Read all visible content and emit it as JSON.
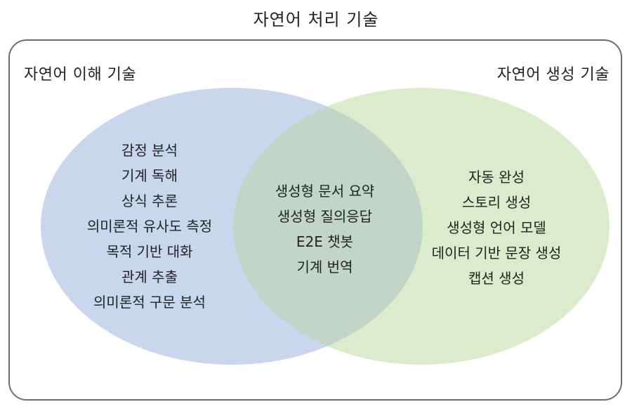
{
  "title": "자연어 처리 기술",
  "sets": {
    "left": {
      "label": "자연어 이해 기술",
      "color": "#c9d7ee",
      "items": [
        "감정 분석",
        "기계 독해",
        "상식 추론",
        "의미론적 유사도 측정",
        "목적 기반 대화",
        "관계 추출",
        "의미론적 구문 분석"
      ]
    },
    "right": {
      "label": "자연어 생성 기술",
      "color": "#daeccc",
      "items": [
        "자동 완성",
        "스토리 생성",
        "생성형 언어 모델",
        "데이터 기반 문장 생성",
        "캡션 생성"
      ]
    },
    "overlap": {
      "color": "#c3d4c8",
      "items": [
        "생성형 문서 요약",
        "생성형 질의응답",
        "E2E 챗봇",
        "기계 번역"
      ]
    }
  }
}
